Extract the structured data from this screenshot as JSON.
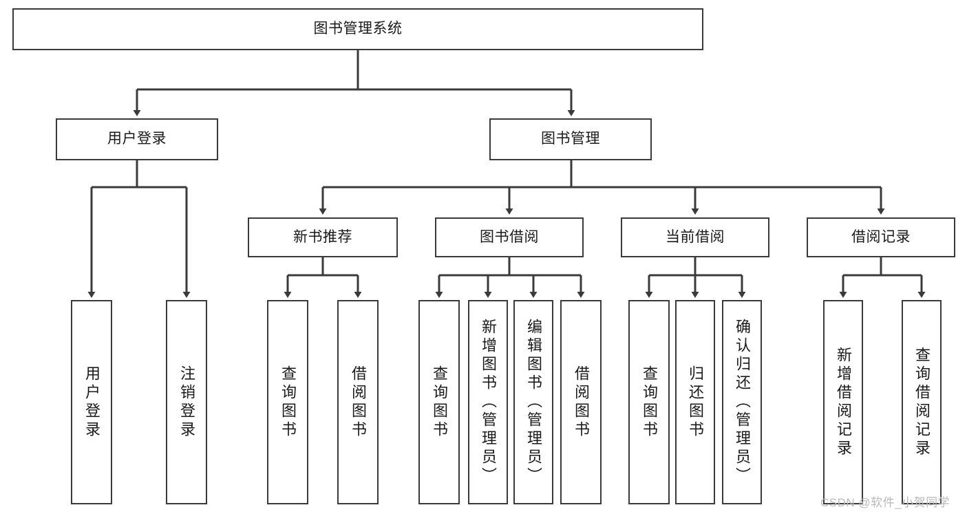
{
  "diagram": {
    "title_node": {
      "id": "root",
      "label": "图书管理系统"
    },
    "level2": [
      {
        "id": "user-login",
        "label": "用户登录"
      },
      {
        "id": "book-management",
        "label": "图书管理"
      }
    ],
    "level3": [
      {
        "id": "new-book-recommend",
        "label": "新书推荐"
      },
      {
        "id": "book-borrow",
        "label": "图书借阅"
      },
      {
        "id": "current-borrow",
        "label": "当前借阅"
      },
      {
        "id": "borrow-record",
        "label": "借阅记录"
      }
    ],
    "leaves": {
      "user_login": [
        {
          "id": "leaf-user-login",
          "label": "用户登录"
        },
        {
          "id": "leaf-user-logout",
          "label": "注销登录"
        }
      ],
      "new_book_recommend": [
        {
          "id": "leaf-query-book-1",
          "label": "查询图书"
        },
        {
          "id": "leaf-borrow-book-1",
          "label": "借阅图书"
        }
      ],
      "book_borrow": [
        {
          "id": "leaf-query-book-2",
          "label": "查询图书"
        },
        {
          "id": "leaf-add-book",
          "label": "新增图书（管理员）"
        },
        {
          "id": "leaf-edit-book",
          "label": "编辑图书（管理员）"
        },
        {
          "id": "leaf-borrow-book-2",
          "label": "借阅图书"
        }
      ],
      "current_borrow": [
        {
          "id": "leaf-query-book-3",
          "label": "查询图书"
        },
        {
          "id": "leaf-return-book",
          "label": "归还图书"
        },
        {
          "id": "leaf-confirm-return",
          "label": "确认归还（管理员）"
        }
      ],
      "borrow_record": [
        {
          "id": "leaf-add-record",
          "label": "新增借阅记录"
        },
        {
          "id": "leaf-query-record",
          "label": "查询借阅记录"
        }
      ]
    }
  },
  "watermark": {
    "text": "CSDN @软件_小贺同学"
  },
  "colors": {
    "stroke": "#3a3a3a",
    "background": "#ffffff",
    "text": "#1a1a1a",
    "watermark": "#b9b9b9"
  }
}
